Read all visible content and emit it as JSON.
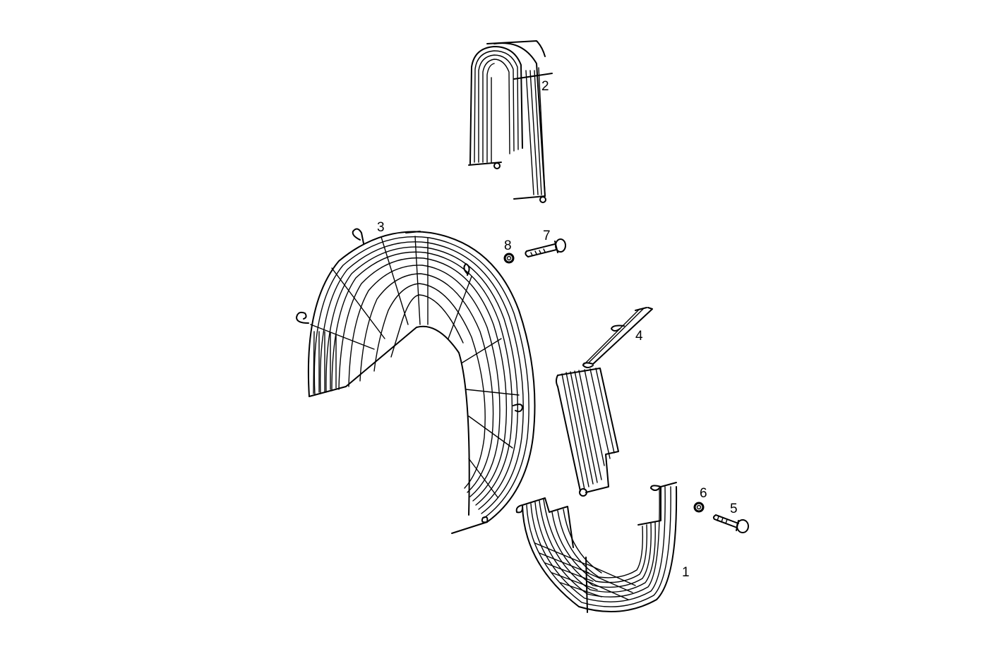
{
  "diagram": {
    "type": "exploded-parts-diagram",
    "subject": "fan guard wire grille assembly",
    "background": "#ffffff",
    "line_color": "#000000"
  },
  "parts": [
    {
      "id": "1",
      "label": "1",
      "name": "lower fan guard (U-shaped wire grille)"
    },
    {
      "id": "2",
      "label": "2",
      "name": "upper fan guard (inverted U wire grille)"
    },
    {
      "id": "3",
      "label": "3",
      "name": "main curved fan guard (arc wire grille)"
    },
    {
      "id": "4",
      "label": "4",
      "name": "side fan guard segment with mounting hooks"
    },
    {
      "id": "5",
      "label": "5",
      "name": "screw / bolt"
    },
    {
      "id": "6",
      "label": "6",
      "name": "washer"
    },
    {
      "id": "7",
      "label": "7",
      "name": "screw / bolt"
    },
    {
      "id": "8",
      "label": "8",
      "name": "washer"
    }
  ]
}
